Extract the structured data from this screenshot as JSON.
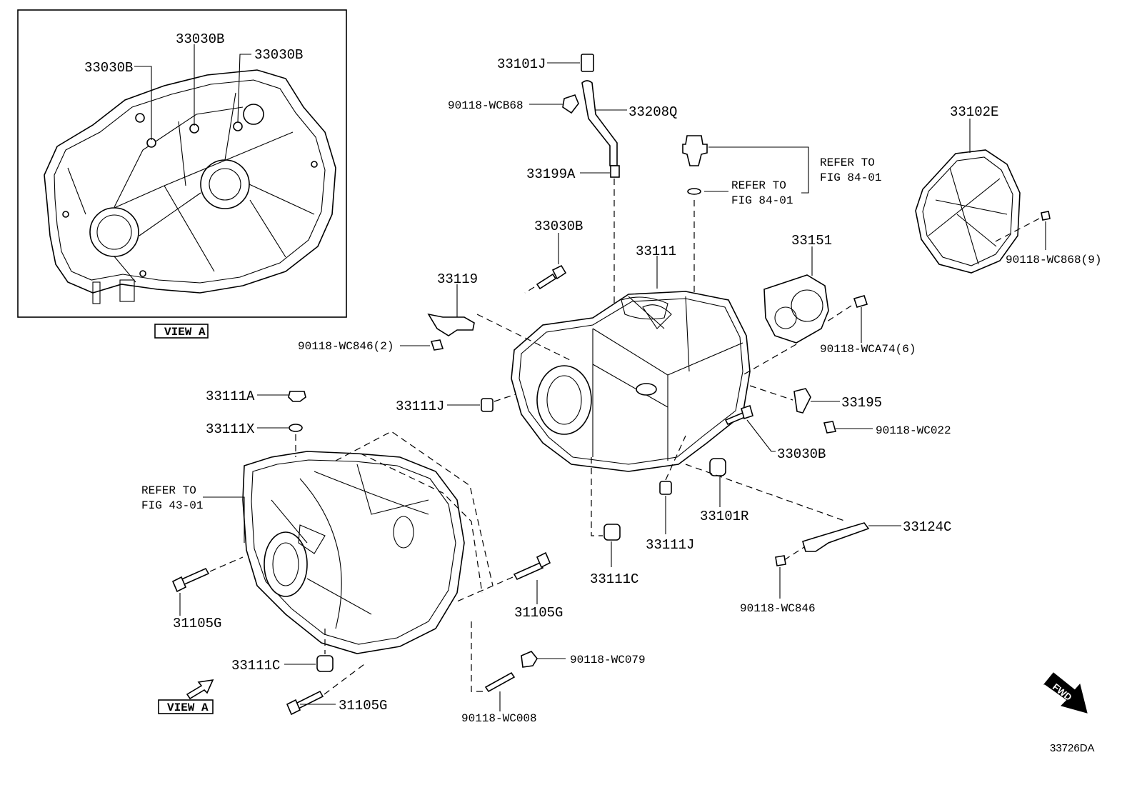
{
  "view_box": {
    "title": "VIEW A"
  },
  "view_a_labels": [
    "33030B",
    "33030B",
    "33030B"
  ],
  "top": {
    "p33101J": "33101J",
    "p90118WCB68": "90118-WCB68",
    "p33208Q": "33208Q",
    "p33199A": "33199A",
    "refer_a": [
      "REFER TO",
      "FIG 84-01"
    ],
    "refer_b": [
      "REFER TO",
      "FIG 84-01"
    ]
  },
  "right_cover": {
    "p33102E": "33102E",
    "p90118WC868": "90118-WC868(9)"
  },
  "center": {
    "p33030B_top": "33030B",
    "p33111": "33111",
    "p33119": "33119",
    "p90118WC846_2": "90118-WC846(2)",
    "p33151": "33151",
    "p90118WCA74": "90118-WCA74(6)",
    "p33111J_left": "33111J",
    "p33195": "33195",
    "p90118WC022": "90118-WC022",
    "p33030B_right": "33030B",
    "p33101R": "33101R",
    "p33111J_bottom": "33111J",
    "p33111C_center": "33111C",
    "p33124C": "33124C",
    "p90118WC846": "90118-WC846"
  },
  "lower_left": {
    "p33111A": "33111A",
    "p33111X": "33111X",
    "refer_c": [
      "REFER TO",
      "FIG 43-01"
    ],
    "p31105G_left": "31105G",
    "p31105G_mid": "31105G",
    "p31105G_bottom": "31105G",
    "p33111C_lower": "33111C",
    "p90118WC079": "90118-WC079",
    "p90118WC008": "90118-WC008",
    "view_a_marker": "VIEW A"
  },
  "fwd_label": "FWD",
  "figure_code": "33726DA"
}
